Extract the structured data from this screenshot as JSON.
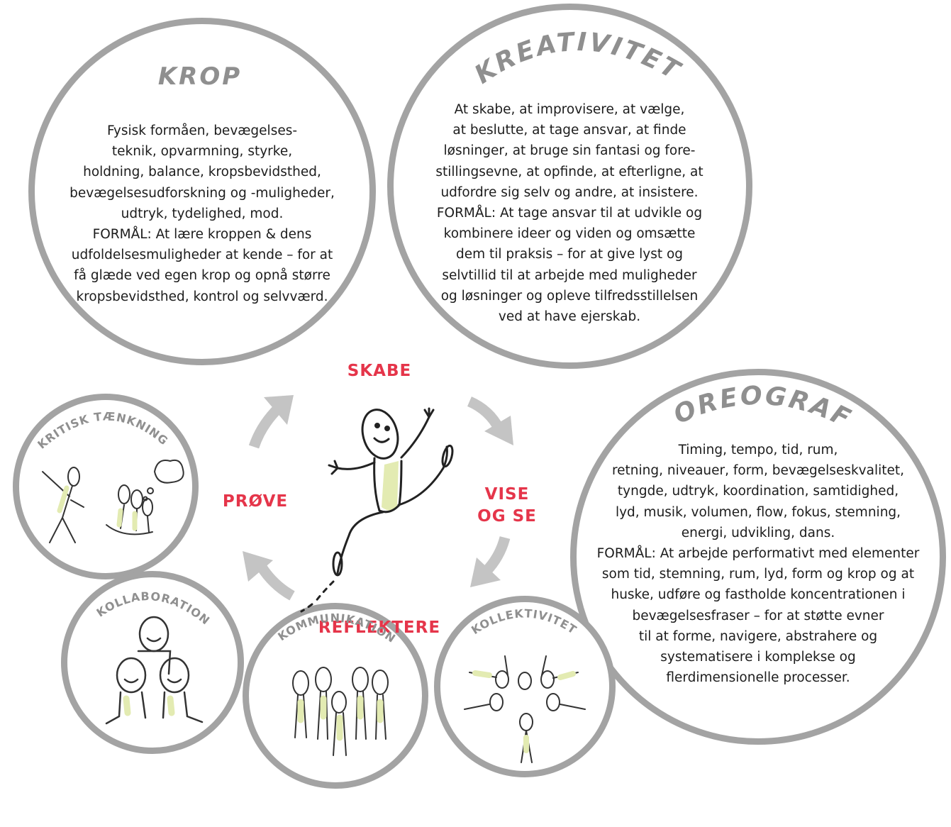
{
  "krop": {
    "title": "KROP",
    "lines": [
      "Fysisk formåen, bevægelses-",
      "teknik, opvarmning, styrke,",
      "holdning, balance, kropsbevidsthed,",
      "bevægelsesudforskning og -muligheder,",
      "udtryk, tydelighed, mod.",
      "FORMÅL: At lære kroppen & dens",
      "udfoldelsesmuligheder at kende – for at",
      "få glæde ved egen krop og opnå større",
      "kropsbevidsthed, kontrol og selvværd."
    ]
  },
  "kreativitet": {
    "title": "KREATIVITET",
    "lines": [
      "At skabe, at improvisere, at vælge,",
      "at beslutte, at tage ansvar, at finde",
      "løsninger, at bruge sin fantasi og fore-",
      "stillingsevne, at opfinde, at efterligne, at",
      "udfordre sig selv og andre, at insistere.",
      "FORMÅL: At tage ansvar til at udvikle og",
      "kombinere ideer og viden og omsætte",
      "dem til praksis – for at give lyst og",
      "selvtillid til at arbejde med muligheder",
      "og løsninger og opleve tilfredsstillelsen",
      "ved at have ejerskab."
    ]
  },
  "koreografi": {
    "title": "KOREOGRAFI",
    "lines": [
      "Timing, tempo, tid, rum,",
      "retning, niveauer, form, bevægelseskvalitet,",
      "tyngde, udtryk, koordination, samtidighed,",
      "lyd, musik, volumen, flow, fokus, stemning,",
      "energi, udvikling, dans.",
      "FORMÅL: At arbejde performativt med elementer",
      "som tid, stemning, rum, lyd, form og krop og at",
      "huske, udføre og fastholde koncentrationen i",
      "bevægelsesfraser – for at støtte evner",
      "til at forme, navigere, abstrahere og",
      "systematisere i komplekse og",
      "flerdimensionelle processer."
    ]
  },
  "small_circles": {
    "kritisk": "KRITISK TÆNKNING",
    "kollaboration": "KOLLABORATION",
    "kommunikation": "KOMMUNIKATION",
    "kollektivitet": "KOLLEKTIVITET"
  },
  "stages": {
    "skabe": "SKABE",
    "vise_line1": "VISE",
    "vise_line2": "OG SE",
    "reflektere": "REFLEKTERE",
    "prove": "PRØVE"
  },
  "colors": {
    "circle_border": "#a3a3a3",
    "title_gray": "#8f8f8f",
    "stage_red": "#e5354a",
    "figure_accent": "#e3ebb2",
    "arrow_gray": "#c4c4c4"
  }
}
